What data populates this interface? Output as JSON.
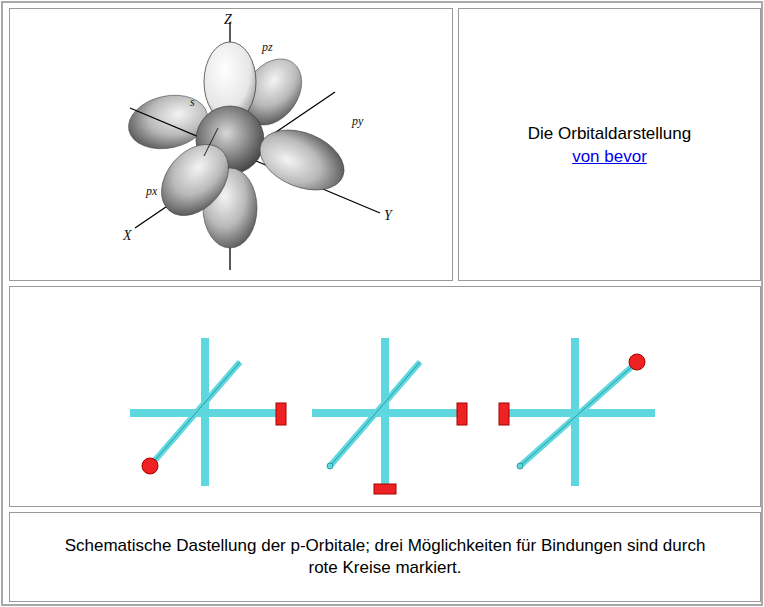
{
  "diagram": {
    "caption": "Schematische Dastellung der p-Orbitale; drei Möglichkeiten für Bindungen sind durch rote Kreise markiert.",
    "nodes": [
      {
        "text": [
          "Die Orbitaldarstellung",
          "von bevor"
        ]
      }
    ],
    "labels": [
      "Z",
      "pz",
      "s",
      "py",
      "Y",
      "px",
      "X"
    ]
  }
}
